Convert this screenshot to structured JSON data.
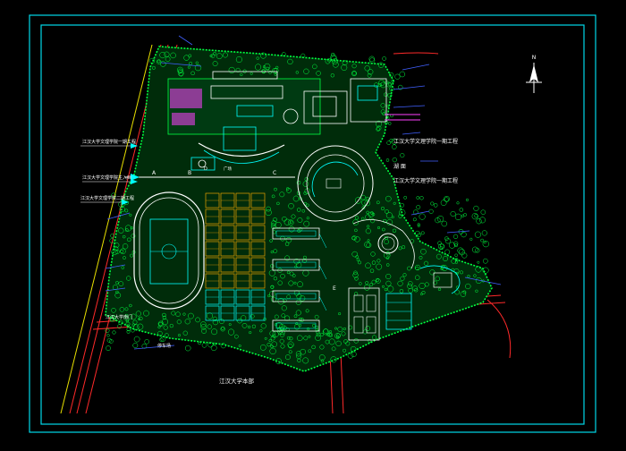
{
  "colors": {
    "background": "#000000",
    "frame": "#00d8e8",
    "road": "#ff2a2a",
    "road_yellow": "#e8e000",
    "vegetation": "#00ff40",
    "building": "#ffffff",
    "facility_cyan": "#00ffff",
    "magenta": "#ff40ff",
    "court_orange": "#e8a000",
    "leader_blue": "#4060ff",
    "label_text": "#ffffff"
  },
  "labels": {
    "arrow_label_1": "江汉大学文理学院一期工程",
    "arrow_label_2": "江汉大学文理学院主入口",
    "arrow_label_3": "江汉大学文理学院二期工程",
    "right_label_1": "江汉大学文理学院一期工程",
    "right_label_lake": "湖 面",
    "right_label_2": "江汉大学文理学院一期工程",
    "south_gate": "江汉大学南门",
    "bottom_label": "江汉大学本部",
    "parking_label": "停车场",
    "square_label": "广场",
    "marker_a": "A",
    "marker_b": "B",
    "marker_c": "C",
    "marker_d": "D",
    "marker_e": "E",
    "north_label": "N"
  }
}
